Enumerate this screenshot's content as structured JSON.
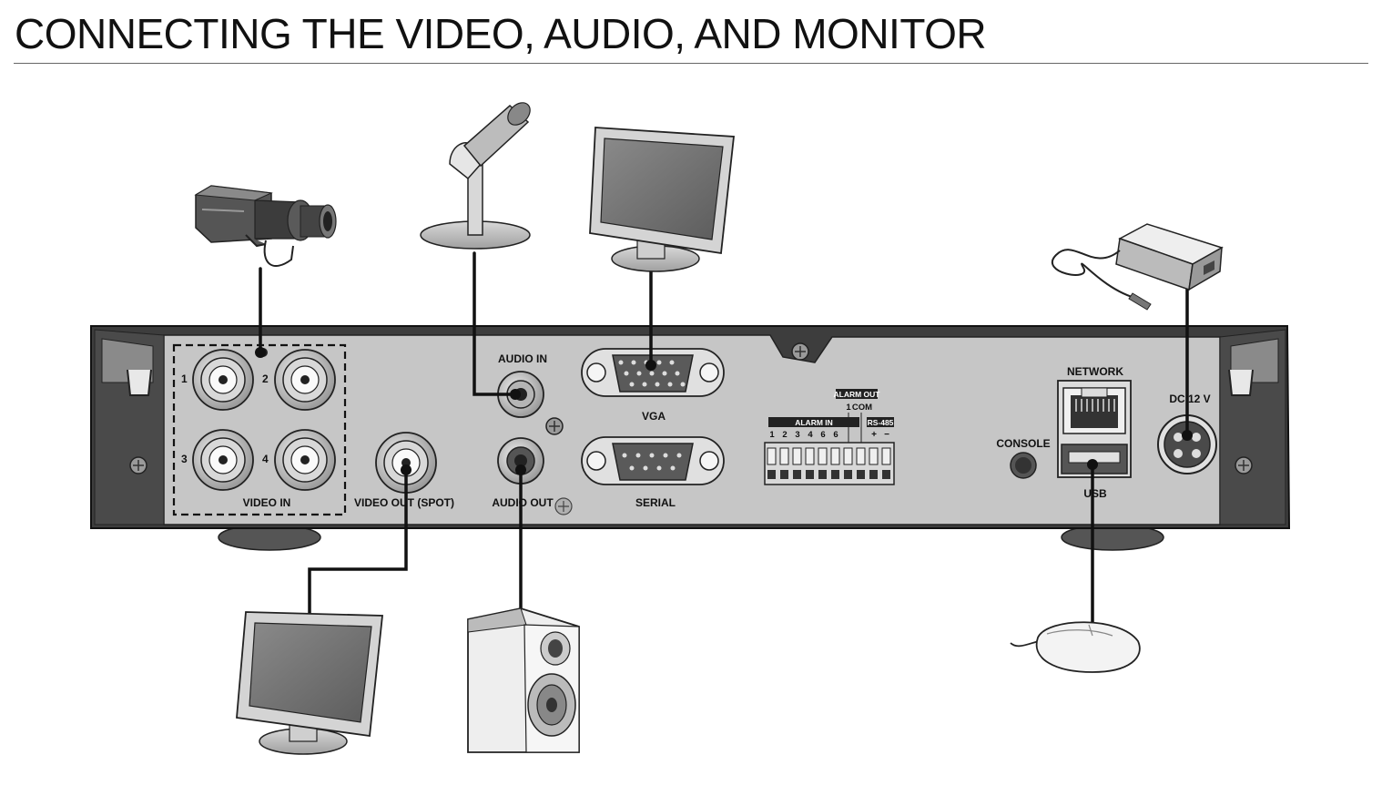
{
  "page": {
    "title": "CONNECTING THE VIDEO, AUDIO, AND MONITOR"
  },
  "panel": {
    "ports": {
      "video_in": "VIDEO IN",
      "video_out_spot": "VIDEO OUT (SPOT)",
      "audio_in": "AUDIO IN",
      "audio_out": "AUDIO OUT",
      "vga": "VGA",
      "serial": "SERIAL",
      "network": "NETWORK",
      "console": "CONSOLE",
      "usb": "USB",
      "dc": "DC 12 V"
    },
    "bnc_numbers": [
      "1",
      "2",
      "3",
      "4"
    ],
    "terminal": {
      "alarm_in": "ALARM IN",
      "alarm_out": "ALARM OUT",
      "rs485": "RS-485",
      "alarm_in_pins": [
        "1",
        "2",
        "3",
        "4",
        "6",
        "6"
      ],
      "alarm_out_pin": "1",
      "com": "COM",
      "plus": "+",
      "minus": "−"
    }
  },
  "devices": [
    "camera",
    "microphone",
    "vga-monitor",
    "spot-monitor",
    "speaker",
    "power-adapter",
    "usb-mouse"
  ],
  "colors": {
    "panel_face": "#c6c6c6",
    "panel_frame": "#3d3d3d",
    "ink": "#111111"
  }
}
